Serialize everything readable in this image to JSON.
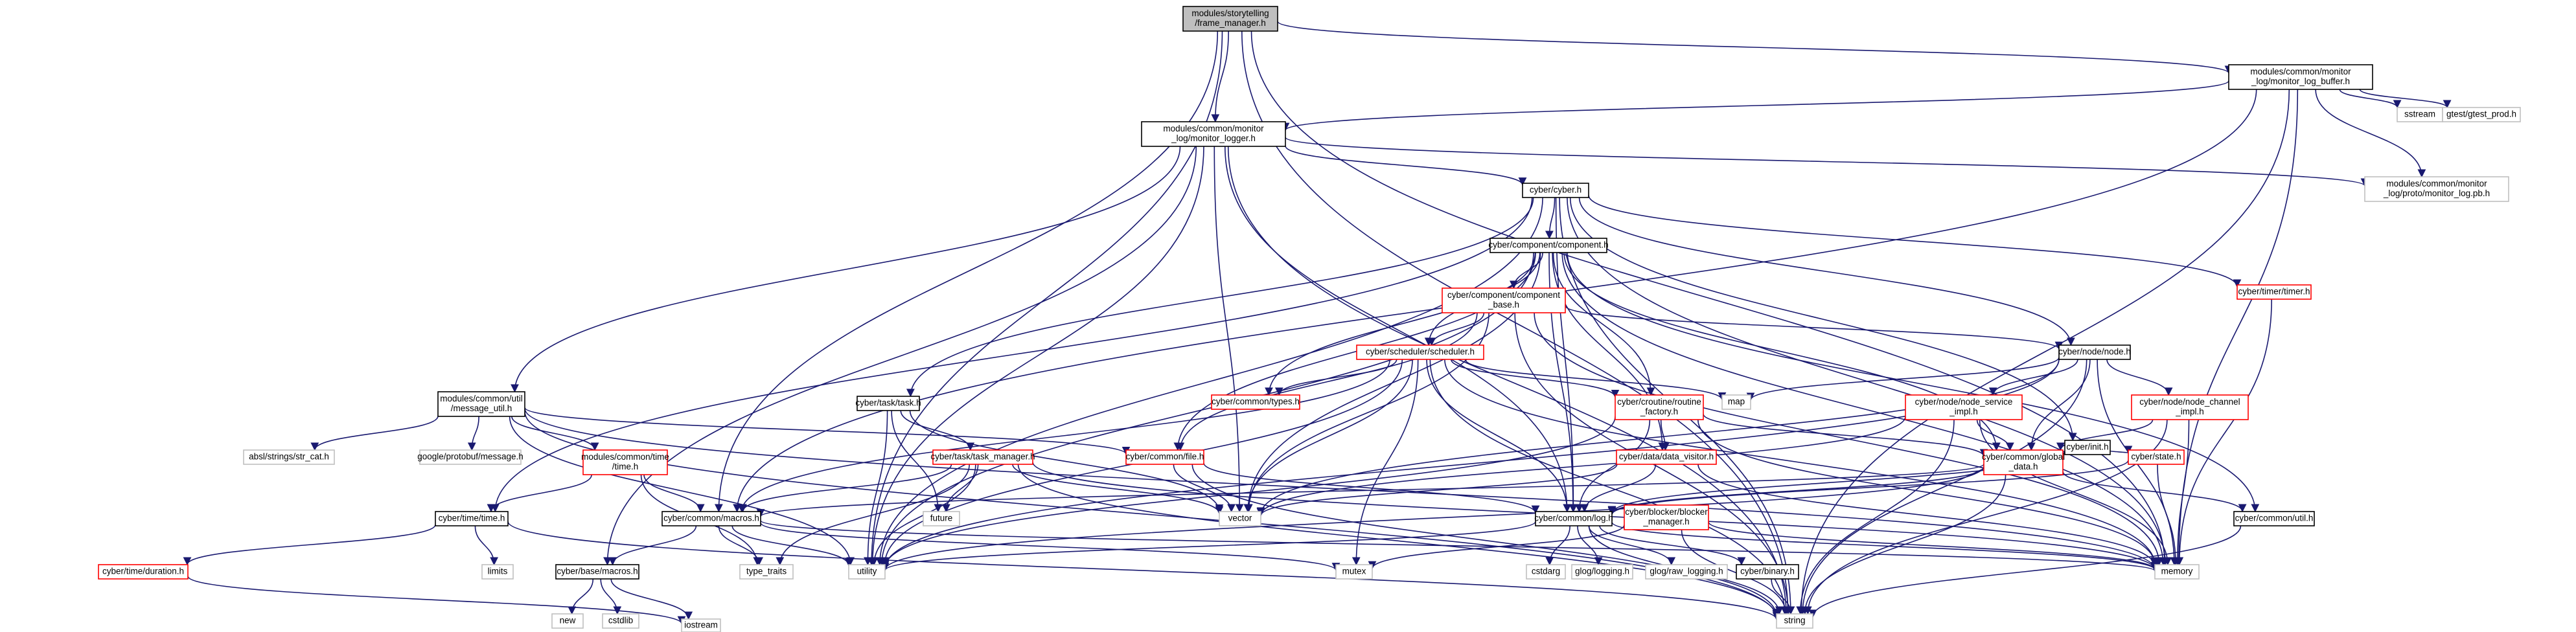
{
  "graph": {
    "colors": {
      "edge": "#191970",
      "edge_grey": "#9a9a9a",
      "root_fill": "#bfbfbf",
      "node_stroke": "#000000",
      "red_stroke": "#ff0000",
      "grey_stroke": "#bfbfbf",
      "text": "#000000"
    },
    "nodes": [
      {
        "id": "root",
        "lines": [
          "modules/storytelling",
          "/frame_manager.h"
        ],
        "kind": "root"
      },
      {
        "id": "mlogbuf",
        "lines": [
          "modules/common/monitor",
          "_log/monitor_log_buffer.h"
        ],
        "kind": "normal"
      },
      {
        "id": "mlogger",
        "lines": [
          "modules/common/monitor",
          "_log/monitor_logger.h"
        ],
        "kind": "normal"
      },
      {
        "id": "sstream",
        "lines": [
          "sstream"
        ],
        "kind": "external"
      },
      {
        "id": "gtestprod",
        "lines": [
          "gtest/gtest_prod.h"
        ],
        "kind": "external"
      },
      {
        "id": "mlogpb",
        "lines": [
          "modules/common/monitor",
          "_log/proto/monitor_log.pb.h"
        ],
        "kind": "external"
      },
      {
        "id": "cyber",
        "lines": [
          "cyber/cyber.h"
        ],
        "kind": "normal"
      },
      {
        "id": "component",
        "lines": [
          "cyber/component/component.h"
        ],
        "kind": "normal"
      },
      {
        "id": "compbase",
        "lines": [
          "cyber/component/component",
          "_base.h"
        ],
        "kind": "red"
      },
      {
        "id": "timer",
        "lines": [
          "cyber/timer/timer.h"
        ],
        "kind": "red"
      },
      {
        "id": "scheduler",
        "lines": [
          "cyber/scheduler/scheduler.h"
        ],
        "kind": "red"
      },
      {
        "id": "node",
        "lines": [
          "cyber/node/node.h"
        ],
        "kind": "normal"
      },
      {
        "id": "types",
        "lines": [
          "cyber/common/types.h"
        ],
        "kind": "red"
      },
      {
        "id": "routine",
        "lines": [
          "cyber/croutine/routine",
          "_factory.h"
        ],
        "kind": "red"
      },
      {
        "id": "map",
        "lines": [
          "map"
        ],
        "kind": "external"
      },
      {
        "id": "msgutil",
        "lines": [
          "modules/common/util",
          "/message_util.h"
        ],
        "kind": "normal"
      },
      {
        "id": "task",
        "lines": [
          "cyber/task/task.h"
        ],
        "kind": "normal"
      },
      {
        "id": "nodesvc",
        "lines": [
          "cyber/node/node_service",
          "_impl.h"
        ],
        "kind": "red"
      },
      {
        "id": "init",
        "lines": [
          "cyber/init.h"
        ],
        "kind": "normal"
      },
      {
        "id": "nodechan",
        "lines": [
          "cyber/node/node_channel",
          "_impl.h"
        ],
        "kind": "red"
      },
      {
        "id": "strcat",
        "lines": [
          "absl/strings/str_cat.h"
        ],
        "kind": "external"
      },
      {
        "id": "protomsg",
        "lines": [
          "google/protobuf/message.h"
        ],
        "kind": "external"
      },
      {
        "id": "mtime",
        "lines": [
          "modules/common/time",
          "/time.h"
        ],
        "kind": "red"
      },
      {
        "id": "file",
        "lines": [
          "cyber/common/file.h"
        ],
        "kind": "red"
      },
      {
        "id": "taskmgr",
        "lines": [
          "cyber/task/task_manager.h"
        ],
        "kind": "red"
      },
      {
        "id": "datavisitor",
        "lines": [
          "cyber/data/data_visitor.h"
        ],
        "kind": "red"
      },
      {
        "id": "state",
        "lines": [
          "cyber/state.h"
        ],
        "kind": "red"
      },
      {
        "id": "globaldata",
        "lines": [
          "cyber/common/global",
          "_data.h"
        ],
        "kind": "red"
      },
      {
        "id": "ctime",
        "lines": [
          "cyber/time/time.h"
        ],
        "kind": "normal"
      },
      {
        "id": "macros",
        "lines": [
          "cyber/common/macros.h"
        ],
        "kind": "normal"
      },
      {
        "id": "future",
        "lines": [
          "future"
        ],
        "kind": "external"
      },
      {
        "id": "vector",
        "lines": [
          "vector"
        ],
        "kind": "external"
      },
      {
        "id": "log",
        "lines": [
          "cyber/common/log.h"
        ],
        "kind": "normal"
      },
      {
        "id": "blocker",
        "lines": [
          "cyber/blocker/blocker",
          "_manager.h"
        ],
        "kind": "red"
      },
      {
        "id": "cutil",
        "lines": [
          "cyber/common/util.h"
        ],
        "kind": "normal"
      },
      {
        "id": "duration",
        "lines": [
          "cyber/time/duration.h"
        ],
        "kind": "red"
      },
      {
        "id": "limits",
        "lines": [
          "limits"
        ],
        "kind": "external"
      },
      {
        "id": "basemacros",
        "lines": [
          "cyber/base/macros.h"
        ],
        "kind": "normal"
      },
      {
        "id": "typetraits",
        "lines": [
          "type_traits"
        ],
        "kind": "external"
      },
      {
        "id": "utility",
        "lines": [
          "utility"
        ],
        "kind": "external"
      },
      {
        "id": "mutex",
        "lines": [
          "mutex"
        ],
        "kind": "external"
      },
      {
        "id": "cstdarg",
        "lines": [
          "cstdarg"
        ],
        "kind": "external"
      },
      {
        "id": "glog",
        "lines": [
          "glog/logging.h"
        ],
        "kind": "external"
      },
      {
        "id": "glograw",
        "lines": [
          "glog/raw_logging.h"
        ],
        "kind": "external"
      },
      {
        "id": "binary",
        "lines": [
          "cyber/binary.h"
        ],
        "kind": "normal"
      },
      {
        "id": "memory",
        "lines": [
          "memory"
        ],
        "kind": "external"
      },
      {
        "id": "iostream",
        "lines": [
          "iostream"
        ],
        "kind": "external"
      },
      {
        "id": "new",
        "lines": [
          "new"
        ],
        "kind": "external"
      },
      {
        "id": "cstdlib",
        "lines": [
          "cstdlib"
        ],
        "kind": "external"
      },
      {
        "id": "string",
        "lines": [
          "string"
        ],
        "kind": "external"
      }
    ],
    "edges": [
      [
        "root",
        "mlogbuf"
      ],
      [
        "root",
        "mlogger"
      ],
      [
        "root",
        "memory"
      ],
      [
        "root",
        "string"
      ],
      [
        "root",
        "macros"
      ],
      [
        "root",
        "utility"
      ],
      [
        "mlogbuf",
        "mlogger"
      ],
      [
        "mlogbuf",
        "sstream"
      ],
      [
        "mlogbuf",
        "gtestprod"
      ],
      [
        "mlogbuf",
        "mlogpb"
      ],
      [
        "mlogbuf",
        "string"
      ],
      [
        "mlogbuf",
        "memory"
      ],
      [
        "mlogbuf",
        "macros"
      ],
      [
        "mlogger",
        "cyber"
      ],
      [
        "mlogger",
        "msgutil"
      ],
      [
        "mlogger",
        "mlogpb"
      ],
      [
        "mlogger",
        "vector"
      ],
      [
        "mlogger",
        "basemacros"
      ],
      [
        "mlogger",
        "utility"
      ],
      [
        "mlogger",
        "string"
      ],
      [
        "mlogger",
        "log"
      ],
      [
        "cyber",
        "component"
      ],
      [
        "cyber",
        "timer"
      ],
      [
        "cyber",
        "node"
      ],
      [
        "cyber",
        "task"
      ],
      [
        "cyber",
        "init"
      ],
      [
        "cyber",
        "ctime"
      ],
      [
        "cyber",
        "memory"
      ],
      [
        "cyber",
        "string"
      ],
      [
        "cyber",
        "utility"
      ],
      [
        "cyber",
        "log"
      ],
      [
        "component",
        "compbase"
      ],
      [
        "component",
        "scheduler"
      ],
      [
        "component",
        "types"
      ],
      [
        "component",
        "routine"
      ],
      [
        "component",
        "datavisitor"
      ],
      [
        "component",
        "globaldata"
      ],
      [
        "component",
        "cutil"
      ],
      [
        "component",
        "memory"
      ],
      [
        "component",
        "vector"
      ],
      [
        "component",
        "file"
      ],
      [
        "component",
        "utility"
      ],
      [
        "component",
        "log"
      ],
      [
        "compbase",
        "scheduler"
      ],
      [
        "compbase",
        "node"
      ],
      [
        "compbase",
        "file"
      ],
      [
        "compbase",
        "vector"
      ],
      [
        "compbase",
        "string"
      ],
      [
        "compbase",
        "memory"
      ],
      [
        "timer",
        "memory"
      ],
      [
        "scheduler",
        "routine"
      ],
      [
        "scheduler",
        "map"
      ],
      [
        "scheduler",
        "types"
      ],
      [
        "scheduler",
        "macros"
      ],
      [
        "scheduler",
        "mutex"
      ],
      [
        "scheduler",
        "vector"
      ],
      [
        "scheduler",
        "string"
      ],
      [
        "scheduler",
        "log"
      ],
      [
        "scheduler",
        "utility"
      ],
      [
        "scheduler",
        "memory"
      ],
      [
        "node",
        "map"
      ],
      [
        "node",
        "nodesvc"
      ],
      [
        "node",
        "nodechan"
      ],
      [
        "node",
        "memory"
      ],
      [
        "node",
        "string"
      ],
      [
        "node",
        "vector"
      ],
      [
        "node",
        "utility"
      ],
      [
        "node",
        "globaldata"
      ],
      [
        "routine",
        "datavisitor"
      ],
      [
        "routine",
        "globaldata"
      ],
      [
        "routine",
        "memory"
      ],
      [
        "routine",
        "utility"
      ],
      [
        "routine",
        "log"
      ],
      [
        "msgutil",
        "strcat"
      ],
      [
        "msgutil",
        "protomsg"
      ],
      [
        "msgutil",
        "mtime"
      ],
      [
        "msgutil",
        "file"
      ],
      [
        "msgutil",
        "string"
      ],
      [
        "msgutil",
        "memory"
      ],
      [
        "msgutil",
        "utility"
      ],
      [
        "task",
        "taskmgr"
      ],
      [
        "task",
        "future"
      ],
      [
        "task",
        "utility"
      ],
      [
        "task",
        "vector"
      ],
      [
        "nodesvc",
        "globaldata"
      ],
      [
        "nodesvc",
        "memory"
      ],
      [
        "nodesvc",
        "string"
      ],
      [
        "nodesvc",
        "vector"
      ],
      [
        "init",
        "state"
      ],
      [
        "init",
        "log"
      ],
      [
        "nodechan",
        "globaldata"
      ],
      [
        "nodechan",
        "memory"
      ],
      [
        "nodechan",
        "string"
      ],
      [
        "mtime",
        "ctime"
      ],
      [
        "mtime",
        "macros"
      ],
      [
        "mtime",
        "typetraits"
      ],
      [
        "file",
        "log"
      ],
      [
        "file",
        "vector"
      ],
      [
        "file",
        "string"
      ],
      [
        "taskmgr",
        "future"
      ],
      [
        "taskmgr",
        "vector"
      ],
      [
        "taskmgr",
        "string"
      ],
      [
        "taskmgr",
        "utility"
      ],
      [
        "taskmgr",
        "typetraits"
      ],
      [
        "taskmgr",
        "memory"
      ],
      [
        "taskmgr",
        "macros"
      ],
      [
        "datavisitor",
        "log"
      ],
      [
        "datavisitor",
        "vector"
      ],
      [
        "datavisitor",
        "memory"
      ],
      [
        "state",
        "log"
      ],
      [
        "state",
        "memory"
      ],
      [
        "globaldata",
        "log"
      ],
      [
        "globaldata",
        "macros"
      ],
      [
        "globaldata",
        "cutil"
      ],
      [
        "globaldata",
        "string"
      ],
      [
        "globaldata",
        "utility"
      ],
      [
        "ctime",
        "duration"
      ],
      [
        "ctime",
        "limits"
      ],
      [
        "ctime",
        "string"
      ],
      [
        "macros",
        "basemacros"
      ],
      [
        "macros",
        "typetraits"
      ],
      [
        "macros",
        "utility"
      ],
      [
        "macros",
        "mutex"
      ],
      [
        "macros",
        "memory"
      ],
      [
        "log",
        "cstdarg"
      ],
      [
        "log",
        "glog"
      ],
      [
        "log",
        "glograw"
      ],
      [
        "log",
        "binary"
      ],
      [
        "log",
        "memory"
      ],
      [
        "log",
        "string"
      ],
      [
        "log",
        "utility"
      ],
      [
        "blocker",
        "mutex"
      ],
      [
        "blocker",
        "memory"
      ],
      [
        "blocker",
        "string"
      ],
      [
        "cutil",
        "string"
      ],
      [
        "duration",
        "iostream"
      ],
      [
        "basemacros",
        "new"
      ],
      [
        "basemacros",
        "cstdlib"
      ],
      [
        "basemacros",
        "iostream"
      ],
      [
        "binary",
        "string"
      ]
    ]
  }
}
